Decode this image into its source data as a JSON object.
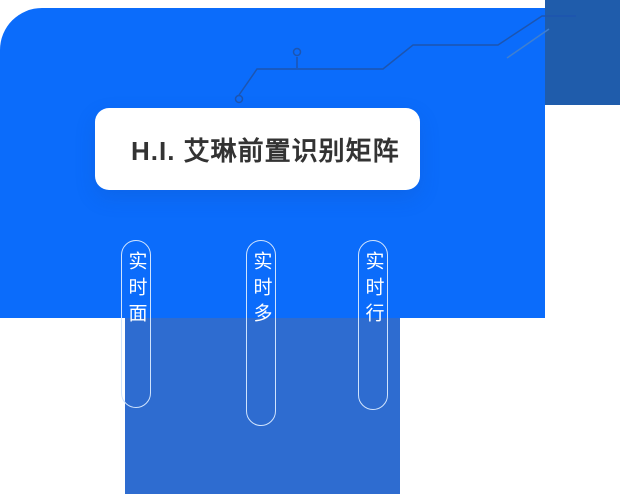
{
  "badge": {
    "text": "H.I. 艾琳前置识别矩阵"
  },
  "pills": [
    {
      "label": "实时面"
    },
    {
      "label": "实时多"
    },
    {
      "label": "实时行"
    }
  ],
  "colors": {
    "primary_blue": "#0b6cfb",
    "dark_corner_blue": "#1f5cab",
    "lower_panel_blue": "#2e6cd0",
    "circuit_line_blue": "#1d55b0",
    "pill_outline": "#cfe3fd",
    "pill_text": "#ffffff",
    "badge_text": "#333333",
    "page_background": "#ffffff"
  }
}
